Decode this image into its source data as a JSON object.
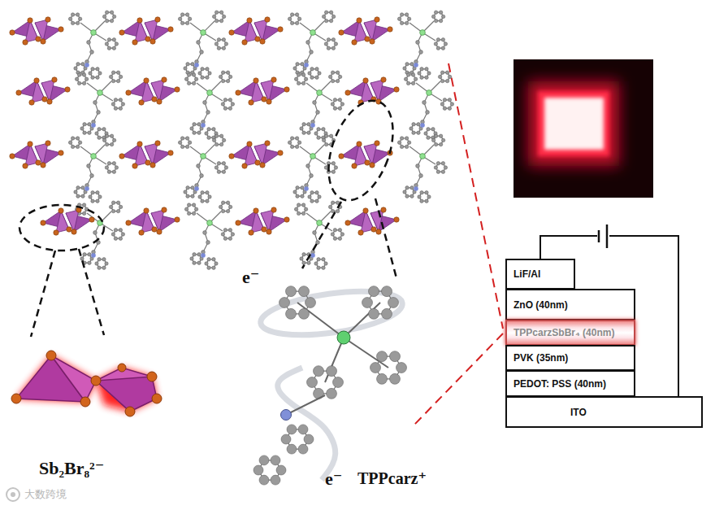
{
  "diagram": {
    "nodes": [
      {
        "text": [
          "LiF/Al"
        ]
      },
      {
        "text": [
          "ZnO (40nm)"
        ]
      },
      {
        "text": [
          "TPPcarzSbBr₄ (40nm)"
        ]
      },
      {
        "text": [
          "PVK (35nm)"
        ]
      },
      {
        "text": [
          "PEDOT: PSS (40nm)"
        ]
      },
      {
        "text": [
          "ITO"
        ]
      }
    ],
    "edges": [
      {
        "from": 0,
        "to": 5,
        "arrow": "none"
      }
    ],
    "labels": [
      "e⁻",
      "Sb₂Br₈²⁻",
      "e⁻",
      "TPPcarz⁺",
      "大数跨境"
    ]
  }
}
